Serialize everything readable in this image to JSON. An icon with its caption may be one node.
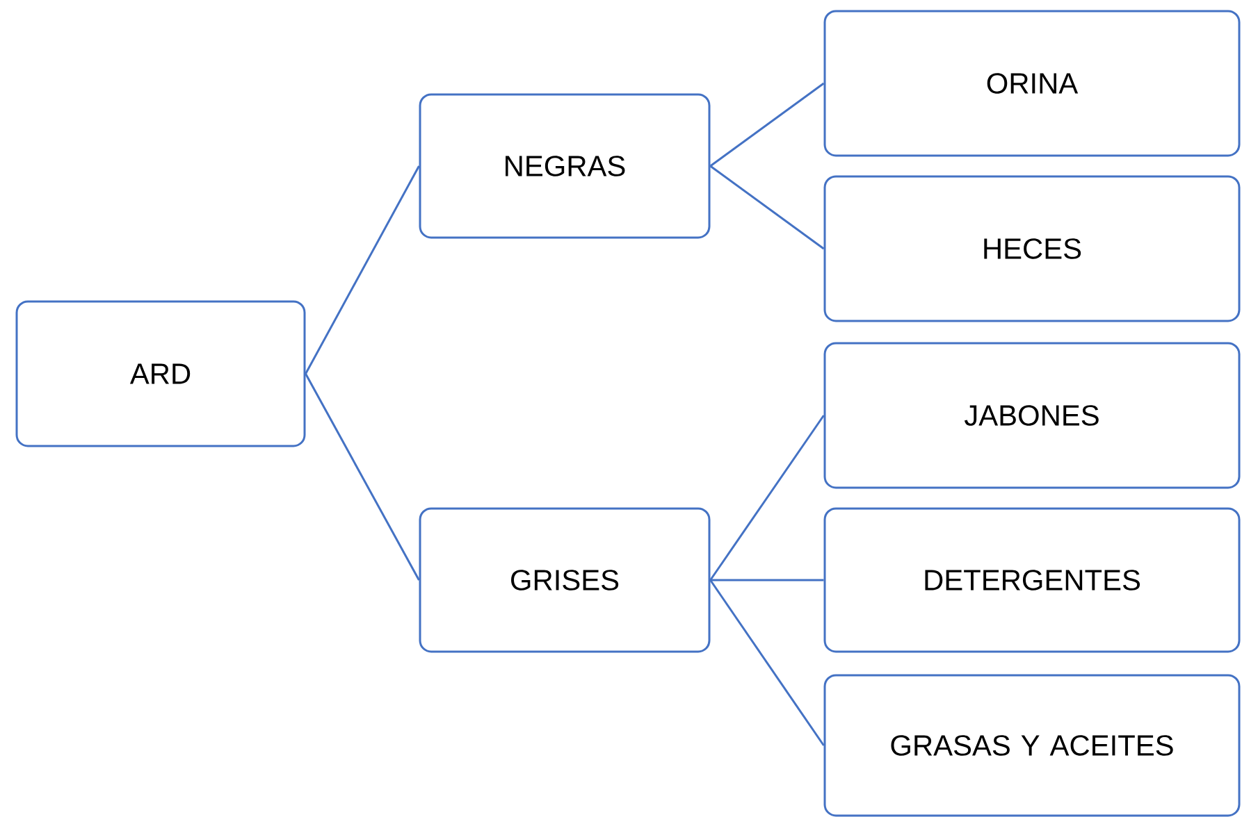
{
  "diagram": {
    "nodes": [
      {
        "text": [
          "ARD"
        ]
      },
      {
        "text": [
          "NEGRAS"
        ]
      },
      {
        "text": [
          "GRISES"
        ]
      },
      {
        "text": [
          "ORINA"
        ]
      },
      {
        "text": [
          "HECES"
        ]
      },
      {
        "text": [
          "JABONES"
        ]
      },
      {
        "text": [
          "DETERGENTES"
        ]
      },
      {
        "text": [
          "GRASAS Y ACEITES"
        ]
      }
    ],
    "edges": [
      {
        "from": 0,
        "to": 1,
        "arrow": "none"
      },
      {
        "from": 0,
        "to": 2,
        "arrow": "none"
      },
      {
        "from": 1,
        "to": 3,
        "arrow": "none"
      },
      {
        "from": 1,
        "to": 4,
        "arrow": "none"
      },
      {
        "from": 2,
        "to": 5,
        "arrow": "none"
      },
      {
        "from": 2,
        "to": 6,
        "arrow": "none"
      },
      {
        "from": 2,
        "to": 7,
        "arrow": "none"
      }
    ]
  }
}
